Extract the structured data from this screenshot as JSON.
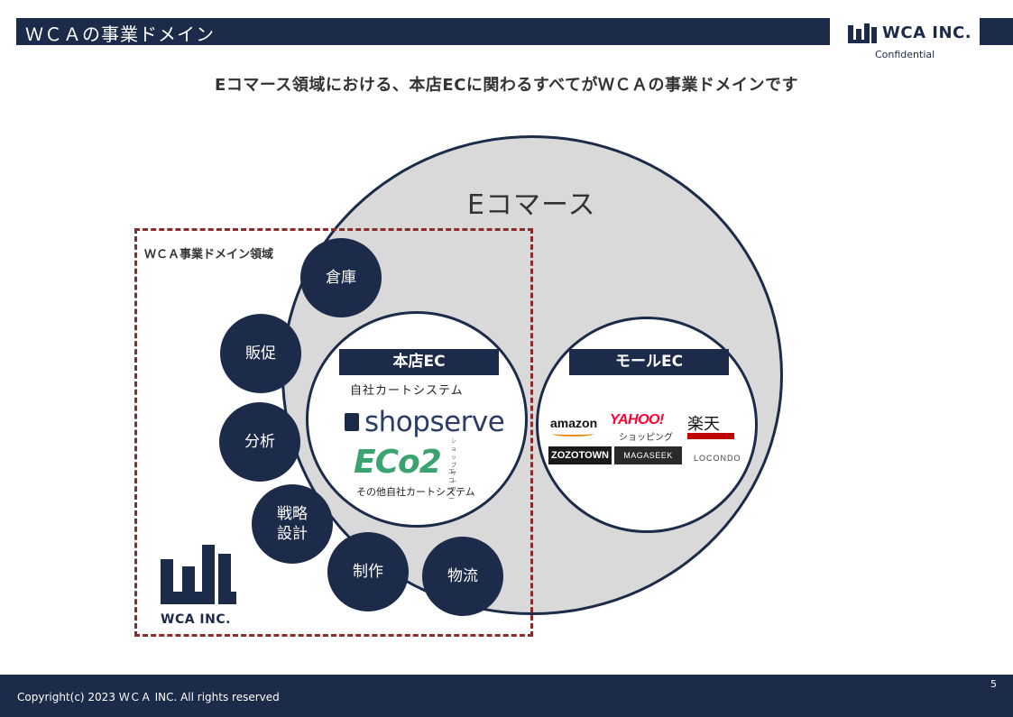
{
  "header": {
    "title": "ＷＣＡの事業ドメイン",
    "brand": "WCA INC.",
    "confidential": "Confidential"
  },
  "headline": "Eコマース領域における、本店ECに関わるすべてがＷＣＡの事業ドメインです",
  "diagram": {
    "ecommerce_label": "Eコマース",
    "domain_label": "ＷＣＡ事業ドメイン領域",
    "honten": {
      "pill": "本店EC",
      "cart_label": "自社カートシステム",
      "shopserve": "shopserve",
      "shopserve_kana": "ショップサーブ",
      "eco2": "ECo2",
      "eco2_kana": "エコツー",
      "other_cart": "その他自社カートシステム"
    },
    "mall": {
      "pill": "モールEC",
      "logos": {
        "amazon": "amazon",
        "yahoo": "YAHOO!",
        "yahoo_sub": "ショッピング",
        "rakuten": "楽天",
        "zozotown": "ZOZOTOWN",
        "magaseek": "MAGASEEK",
        "locondo": "LOCONDO"
      }
    },
    "services": {
      "souko": "倉庫",
      "hansoku": "販促",
      "bunseki": "分析",
      "senryaku": "戦略\n設計",
      "seisaku": "制作",
      "butsuryu": "物流"
    },
    "wca_logo_text": "WCA INC."
  },
  "footer": {
    "copyright": "Copyright(c) 2023 ＷＣＡ INC. All rights reserved",
    "page_number": "5"
  },
  "colors": {
    "navy": "#1c2b4a",
    "dashed_border": "#8b2c2c",
    "circle_fill": "#d9d9d9"
  }
}
